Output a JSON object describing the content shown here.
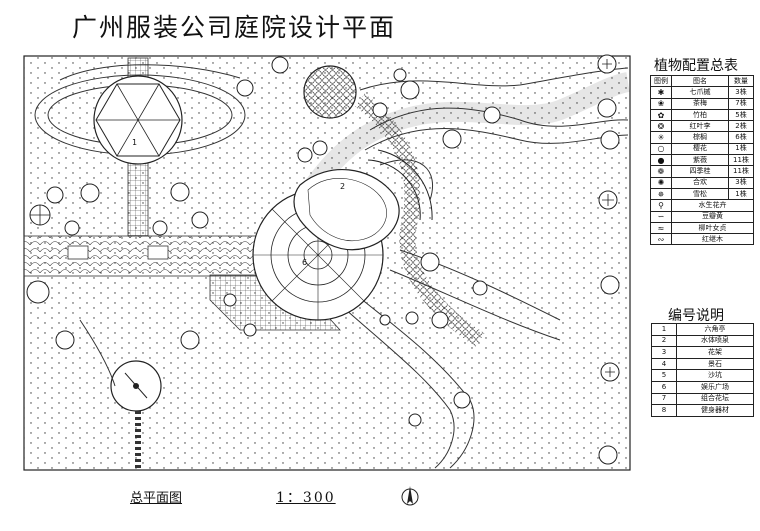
{
  "title": "广州服装公司庭院设计平面",
  "plan": {
    "labels": [
      "1",
      "2",
      "6"
    ]
  },
  "plant_legend": {
    "title": "植物配置总表",
    "headers": [
      "图例",
      "图名",
      "数量"
    ],
    "rows": [
      {
        "symbol": "✱",
        "name": "七爪槭",
        "count": "3株"
      },
      {
        "symbol": "❀",
        "name": "茶梅",
        "count": "7株"
      },
      {
        "symbol": "✿",
        "name": "竹柏",
        "count": "5株"
      },
      {
        "symbol": "❂",
        "name": "红叶李",
        "count": "2株"
      },
      {
        "symbol": "✳",
        "name": "棕榈",
        "count": "6株"
      },
      {
        "symbol": "○",
        "name": "樱花",
        "count": "1株"
      },
      {
        "symbol": "●",
        "name": "紫薇",
        "count": "11株"
      },
      {
        "symbol": "❁",
        "name": "四季桂",
        "count": "11株"
      },
      {
        "symbol": "✺",
        "name": "合欢",
        "count": "3株"
      },
      {
        "symbol": "✵",
        "name": "雪松",
        "count": "1株"
      },
      {
        "symbol": "⚲",
        "name": "水生花卉",
        "count": ""
      },
      {
        "symbol": "∽",
        "name": "豆瓣黄",
        "count": ""
      },
      {
        "symbol": "≈",
        "name": "柳叶女贞",
        "count": ""
      },
      {
        "symbol": "∾",
        "name": "红继木",
        "count": ""
      }
    ]
  },
  "numbering": {
    "title": "编号说明",
    "rows": [
      {
        "num": "1",
        "desc": "六角亭"
      },
      {
        "num": "2",
        "desc": "水体喷泉"
      },
      {
        "num": "3",
        "desc": "花架"
      },
      {
        "num": "4",
        "desc": "景石"
      },
      {
        "num": "5",
        "desc": "沙坑"
      },
      {
        "num": "6",
        "desc": "娱乐广场"
      },
      {
        "num": "7",
        "desc": "组合花坛"
      },
      {
        "num": "8",
        "desc": "健身器材"
      }
    ]
  },
  "footer": {
    "drawing_name": "总平面图",
    "scale": "1：300"
  }
}
